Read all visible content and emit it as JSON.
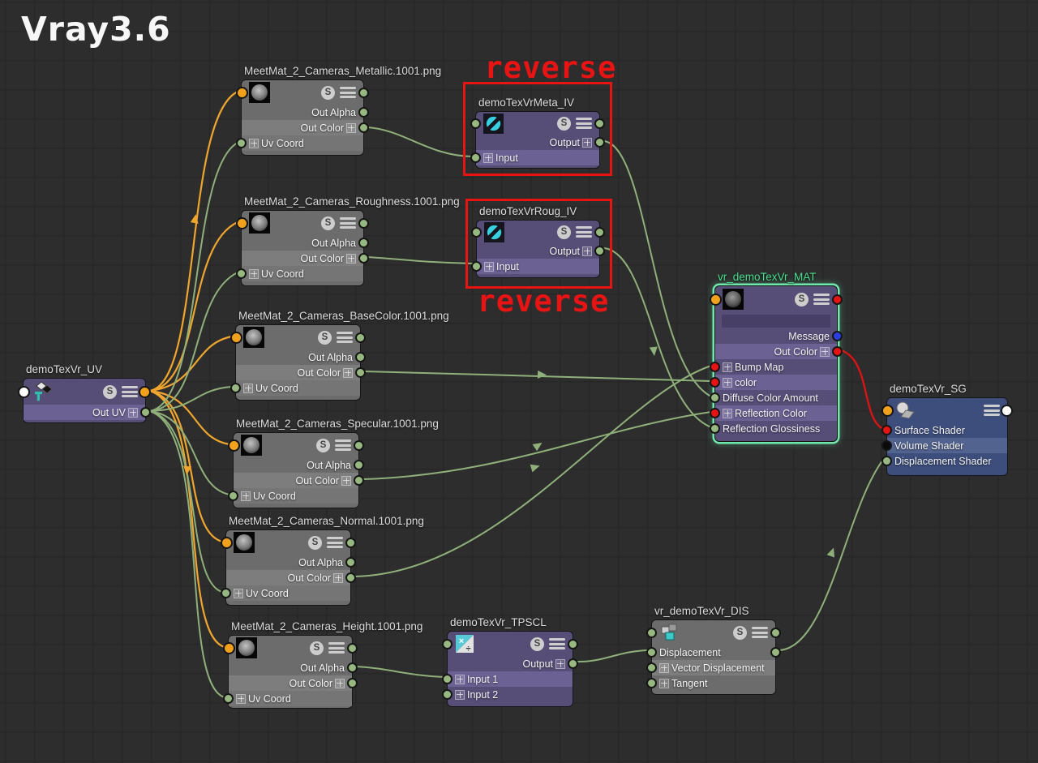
{
  "header": {
    "title": "Vray3.6"
  },
  "annotations": {
    "reverse_top": "reverse",
    "reverse_bottom": "reverse"
  },
  "icons": {
    "s_badge": "S"
  },
  "colors": {
    "background": "#2d2d2d",
    "grid_line": "#272727",
    "node_gray": "#6c6c6c",
    "node_gray_light": "#7d7d7d",
    "node_purple": "#574e78",
    "node_purple_light": "#6b6192",
    "node_blue": "#3d4e7d",
    "node_blue_light": "#52638f",
    "selection_border": "#6fe8ac",
    "mat_title_green": "#47df8d",
    "annotation_red": "#e81414",
    "conn_green": "#8fb07a",
    "conn_orange": "#efa52e",
    "conn_red": "#d81414",
    "port_green": "#97b981",
    "port_orange": "#f2a11c",
    "port_red": "#e81414",
    "port_blue": "#2a3fe0",
    "port_white": "#ffffff",
    "port_black": "#0a0a0a"
  },
  "nodes": {
    "uv": {
      "title": "demoTexVr_UV",
      "rows": {
        "out_uv": "Out UV"
      }
    },
    "metallic": {
      "title": "MeetMat_2_Cameras_Metallic.1001.png",
      "rows": {
        "out_alpha": "Out Alpha",
        "out_color": "Out Color",
        "uv_coord": "Uv Coord"
      }
    },
    "roughness": {
      "title": "MeetMat_2_Cameras_Roughness.1001.png",
      "rows": {
        "out_alpha": "Out Alpha",
        "out_color": "Out Color",
        "uv_coord": "Uv Coord"
      }
    },
    "basecolor": {
      "title": "MeetMat_2_Cameras_BaseColor.1001.png",
      "rows": {
        "out_alpha": "Out Alpha",
        "out_color": "Out Color",
        "uv_coord": "Uv Coord"
      }
    },
    "specular": {
      "title": "MeetMat_2_Cameras_Specular.1001.png",
      "rows": {
        "out_alpha": "Out Alpha",
        "out_color": "Out Color",
        "uv_coord": "Uv Coord"
      }
    },
    "normal": {
      "title": "MeetMat_2_Cameras_Normal.1001.png",
      "rows": {
        "out_alpha": "Out Alpha",
        "out_color": "Out Color",
        "uv_coord": "Uv Coord"
      }
    },
    "heightmap": {
      "title": "MeetMat_2_Cameras_Height.1001.png",
      "rows": {
        "out_alpha": "Out Alpha",
        "out_color": "Out Color",
        "uv_coord": "Uv Coord"
      }
    },
    "meta_iv": {
      "title": "demoTexVrMeta_IV",
      "rows": {
        "output": "Output",
        "input": "Input"
      }
    },
    "roug_iv": {
      "title": "demoTexVrRoug_IV",
      "rows": {
        "output": "Output",
        "input": "Input"
      }
    },
    "mat": {
      "title": "vr_demoTexVr_MAT",
      "rows": {
        "message": "Message",
        "out_color": "Out Color",
        "bump_map": "Bump Map",
        "color": "color",
        "diffuse_color_amount": "Diffuse Color Amount",
        "reflection_color": "Reflection Color",
        "reflection_glossiness": "Reflection Glossiness"
      }
    },
    "sg": {
      "title": "demoTexVr_SG",
      "rows": {
        "surface": "Surface Shader",
        "volume": "Volume Shader",
        "displacement": "Displacement Shader"
      }
    },
    "tpscl": {
      "title": "demoTexVr_TPSCL",
      "rows": {
        "output": "Output",
        "input1": "Input 1",
        "input2": "Input 2"
      }
    },
    "dis": {
      "title": "vr_demoTexVr_DIS",
      "rows": {
        "displacement": "Displacement",
        "vector_displacement": "Vector Displacement",
        "tangent": "Tangent"
      }
    }
  },
  "connections": [
    {
      "from": "demoTexVr_UV (top)",
      "to": "MeetMat_2_Cameras_Metallic.1001.png (top)",
      "color": "orange"
    },
    {
      "from": "demoTexVr_UV (top)",
      "to": "MeetMat_2_Cameras_Roughness.1001.png (top)",
      "color": "orange"
    },
    {
      "from": "demoTexVr_UV (top)",
      "to": "MeetMat_2_Cameras_BaseColor.1001.png (top)",
      "color": "orange"
    },
    {
      "from": "demoTexVr_UV (top)",
      "to": "MeetMat_2_Cameras_Specular.1001.png (top)",
      "color": "orange"
    },
    {
      "from": "demoTexVr_UV (top)",
      "to": "MeetMat_2_Cameras_Normal.1001.png (top)",
      "color": "orange"
    },
    {
      "from": "demoTexVr_UV (top)",
      "to": "MeetMat_2_Cameras_Height.1001.png (top)",
      "color": "orange"
    },
    {
      "from": "demoTexVr_UV.Out UV",
      "to": "MeetMat_2_Cameras_Metallic.1001.png.Uv Coord",
      "color": "green"
    },
    {
      "from": "demoTexVr_UV.Out UV",
      "to": "MeetMat_2_Cameras_Roughness.1001.png.Uv Coord",
      "color": "green"
    },
    {
      "from": "demoTexVr_UV.Out UV",
      "to": "MeetMat_2_Cameras_BaseColor.1001.png.Uv Coord",
      "color": "green"
    },
    {
      "from": "demoTexVr_UV.Out UV",
      "to": "MeetMat_2_Cameras_Specular.1001.png.Uv Coord",
      "color": "green"
    },
    {
      "from": "demoTexVr_UV.Out UV",
      "to": "MeetMat_2_Cameras_Normal.1001.png.Uv Coord",
      "color": "green"
    },
    {
      "from": "demoTexVr_UV.Out UV",
      "to": "MeetMat_2_Cameras_Height.1001.png.Uv Coord",
      "color": "green"
    },
    {
      "from": "MeetMat_2_Cameras_Metallic.1001.png.Out Color",
      "to": "demoTexVrMeta_IV.Input",
      "color": "green"
    },
    {
      "from": "MeetMat_2_Cameras_Roughness.1001.png.Out Color",
      "to": "demoTexVrRoug_IV.Input",
      "color": "green"
    },
    {
      "from": "MeetMat_2_Cameras_BaseColor.1001.png.Out Color",
      "to": "vr_demoTexVr_MAT.color",
      "color": "green"
    },
    {
      "from": "MeetMat_2_Cameras_Specular.1001.png.Out Color",
      "to": "vr_demoTexVr_MAT.Reflection Color",
      "color": "green"
    },
    {
      "from": "MeetMat_2_Cameras_Normal.1001.png.Out Color",
      "to": "vr_demoTexVr_MAT.Bump Map",
      "color": "green"
    },
    {
      "from": "MeetMat_2_Cameras_Height.1001.png.Out Alpha",
      "to": "demoTexVr_TPSCL.Input 1",
      "color": "green"
    },
    {
      "from": "demoTexVrMeta_IV.Output",
      "to": "vr_demoTexVr_MAT.Diffuse Color Amount",
      "color": "green"
    },
    {
      "from": "demoTexVrRoug_IV.Output",
      "to": "vr_demoTexVr_MAT.Reflection Glossiness",
      "color": "green"
    },
    {
      "from": "demoTexVr_TPSCL.Output",
      "to": "vr_demoTexVr_DIS.Displacement",
      "color": "green"
    },
    {
      "from": "vr_demoTexVr_DIS.Displacement",
      "to": "demoTexVr_SG.Displacement Shader",
      "color": "green"
    },
    {
      "from": "vr_demoTexVr_MAT.Out Color",
      "to": "demoTexVr_SG.Surface Shader",
      "color": "red"
    }
  ]
}
